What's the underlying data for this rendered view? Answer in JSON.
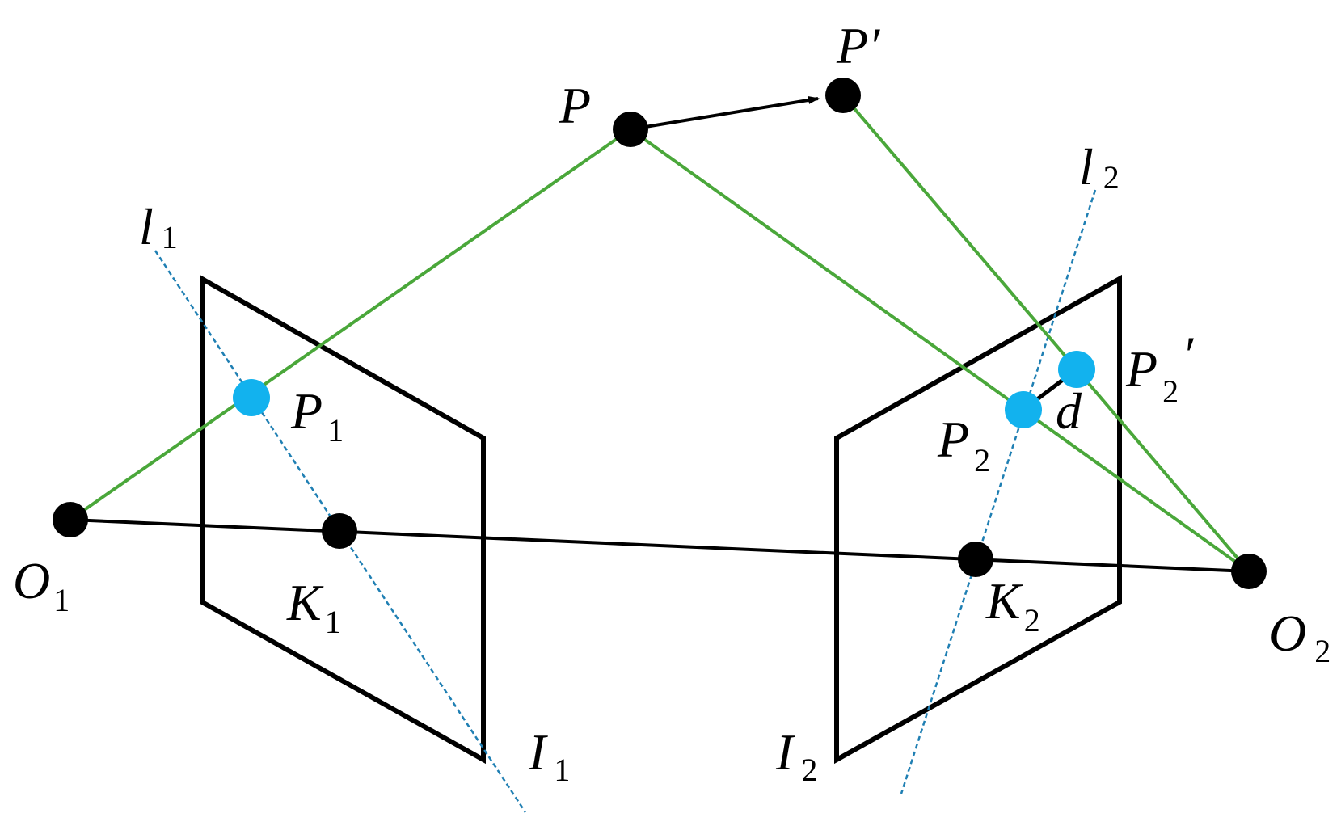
{
  "colors": {
    "ray": "#4aa73a",
    "epipolar": "#1f7fb3",
    "projected_point": "#12b2ee",
    "point": "#000000",
    "frame": "#000000",
    "background": "#ffffff"
  },
  "labels": {
    "P": {
      "main": "P",
      "sub": ""
    },
    "P_prime": {
      "main": "P′",
      "sub": ""
    },
    "O1": {
      "main": "O",
      "sub": "1"
    },
    "O2": {
      "main": "O",
      "sub": "2"
    },
    "P1": {
      "main": "P",
      "sub": "1"
    },
    "P2": {
      "main": "P",
      "sub": "2"
    },
    "P2_prime": {
      "main": "P",
      "sub": "2",
      "suffix": "′"
    },
    "K1": {
      "main": "K",
      "sub": "1"
    },
    "K2": {
      "main": "K",
      "sub": "2"
    },
    "l1": {
      "main": "l",
      "sub": "1"
    },
    "l2": {
      "main": "l",
      "sub": "2"
    },
    "I1": {
      "main": "I",
      "sub": "1"
    },
    "I2": {
      "main": "I",
      "sub": "2"
    },
    "d": {
      "main": "d"
    }
  }
}
